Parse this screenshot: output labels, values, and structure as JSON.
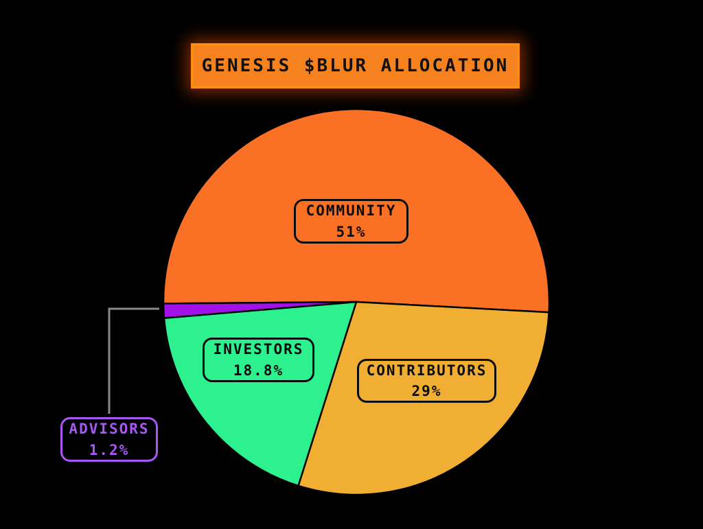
{
  "chart_data": {
    "type": "pie",
    "title": "GENESIS $BLUR ALLOCATION",
    "slices": [
      {
        "name": "COMMUNITY",
        "value": 51,
        "pct_label": "51%",
        "color": "#FA7125",
        "label_color": "#0B0B0B"
      },
      {
        "name": "CONTRIBUTORS",
        "value": 29,
        "pct_label": "29%",
        "color": "#F0AF33",
        "label_color": "#0B0B0B"
      },
      {
        "name": "INVESTORS",
        "value": 18.8,
        "pct_label": "18.8%",
        "color": "#2DF08E",
        "label_color": "#0B0B0B"
      },
      {
        "name": "ADVISORS",
        "value": 1.2,
        "pct_label": "1.2%",
        "color": "#A211E8",
        "label_color": "#A957F6"
      }
    ],
    "layout": {
      "start_angle_deg": 269.5,
      "clockwise": true,
      "legend": "none",
      "labels": "boxed labels placed on slices; ADVISORS boxed label outside pie connected by leader line"
    },
    "colors": {
      "background": "#000000",
      "banner_bg": "#F5821F",
      "banner_border": "#FF8C15",
      "banner_text": "#111111",
      "label_border_dark": "#0B0B0B",
      "advisors_label": "#A957F6",
      "leader_line": "#8A8A8A",
      "slice_stroke": "#000000"
    }
  }
}
